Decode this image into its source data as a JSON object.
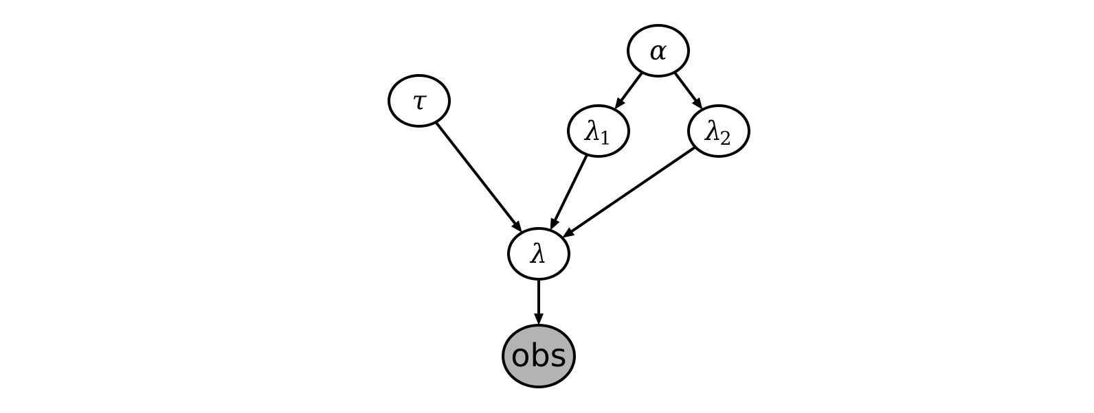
{
  "graph": {
    "nodes": [
      {
        "id": "alpha",
        "label": "α",
        "subscript": "",
        "observed": false
      },
      {
        "id": "tau",
        "label": "τ",
        "subscript": "",
        "observed": false
      },
      {
        "id": "lambda1",
        "label": "λ",
        "subscript": "1",
        "observed": false
      },
      {
        "id": "lambda2",
        "label": "λ",
        "subscript": "2",
        "observed": false
      },
      {
        "id": "lambda",
        "label": "λ",
        "subscript": "",
        "observed": false
      },
      {
        "id": "obs",
        "label": "obs",
        "subscript": "",
        "observed": true
      }
    ],
    "edges": [
      {
        "from": "alpha",
        "to": "lambda1"
      },
      {
        "from": "alpha",
        "to": "lambda2"
      },
      {
        "from": "tau",
        "to": "lambda"
      },
      {
        "from": "lambda1",
        "to": "lambda"
      },
      {
        "from": "lambda2",
        "to": "lambda"
      },
      {
        "from": "lambda",
        "to": "obs"
      }
    ]
  },
  "colors": {
    "node_fill": "#ffffff",
    "observed_fill": "#b3b3b3",
    "stroke": "#000000"
  }
}
